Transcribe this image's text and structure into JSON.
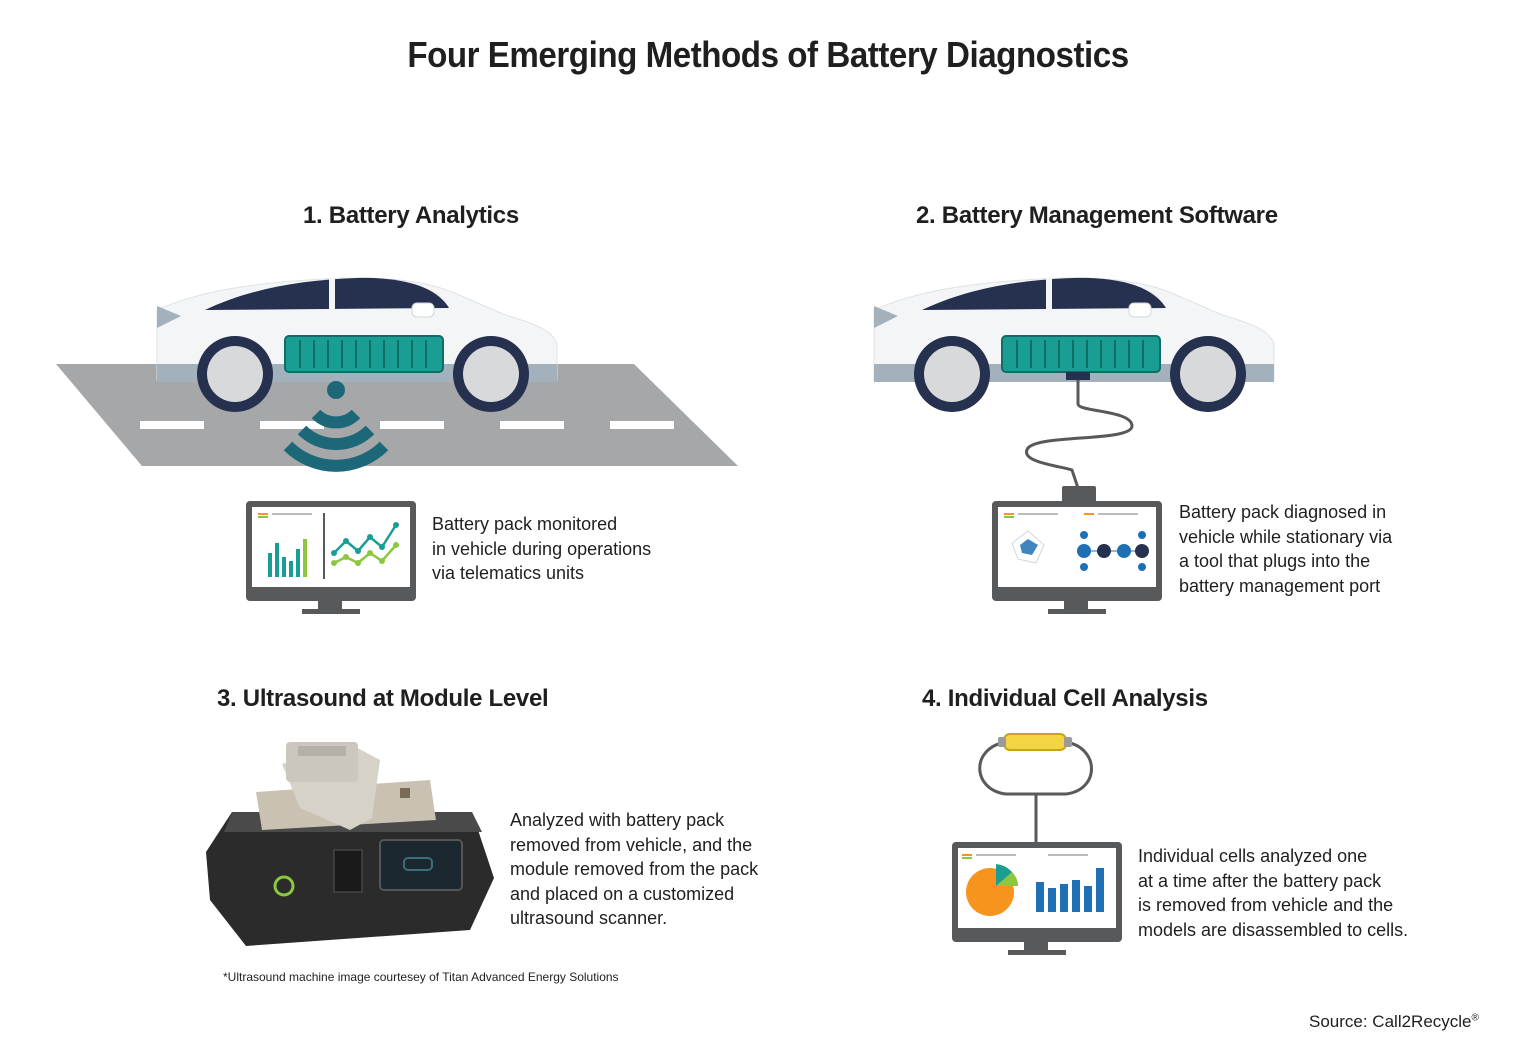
{
  "title": "Four Emerging Methods of Battery Diagnostics",
  "methods": [
    {
      "heading": "1. Battery Analytics",
      "description": [
        "Battery pack monitored",
        "in vehicle during operations",
        "via telematics units"
      ]
    },
    {
      "heading": "2. Battery Management Software",
      "description": [
        "Battery pack diagnosed in",
        "vehicle while stationary via",
        "a tool that plugs into the",
        "battery management port"
      ]
    },
    {
      "heading": "3. Ultrasound at Module Level",
      "description": [
        "Analyzed with battery pack",
        "removed from vehicle, and the",
        "module removed from the pack",
        "and placed on a customized",
        "ultrasound scanner."
      ]
    },
    {
      "heading": "4. Individual Cell Analysis",
      "description": [
        "Individual cells analyzed one",
        "at a time after the battery pack",
        "is removed from vehicle and the",
        "models are disassembled to cells."
      ]
    }
  ],
  "footnote": "*Ultrasound machine image courtesey of Titan Advanced Energy Solutions",
  "source": {
    "text": "Source: Call2Recycle",
    "mark": "®"
  },
  "colors": {
    "teal": "#1a9e93",
    "dark_teal": "#1d6878",
    "navy": "#26304f",
    "road": "#a6a7a9",
    "monitor": "#58595b",
    "car_body": "#f4f5f6",
    "car_trim": "#a3b1bd",
    "green": "#8dc63f",
    "blue": "#1f6fb5",
    "orange": "#f7941d",
    "yellow": "#f5d442"
  }
}
